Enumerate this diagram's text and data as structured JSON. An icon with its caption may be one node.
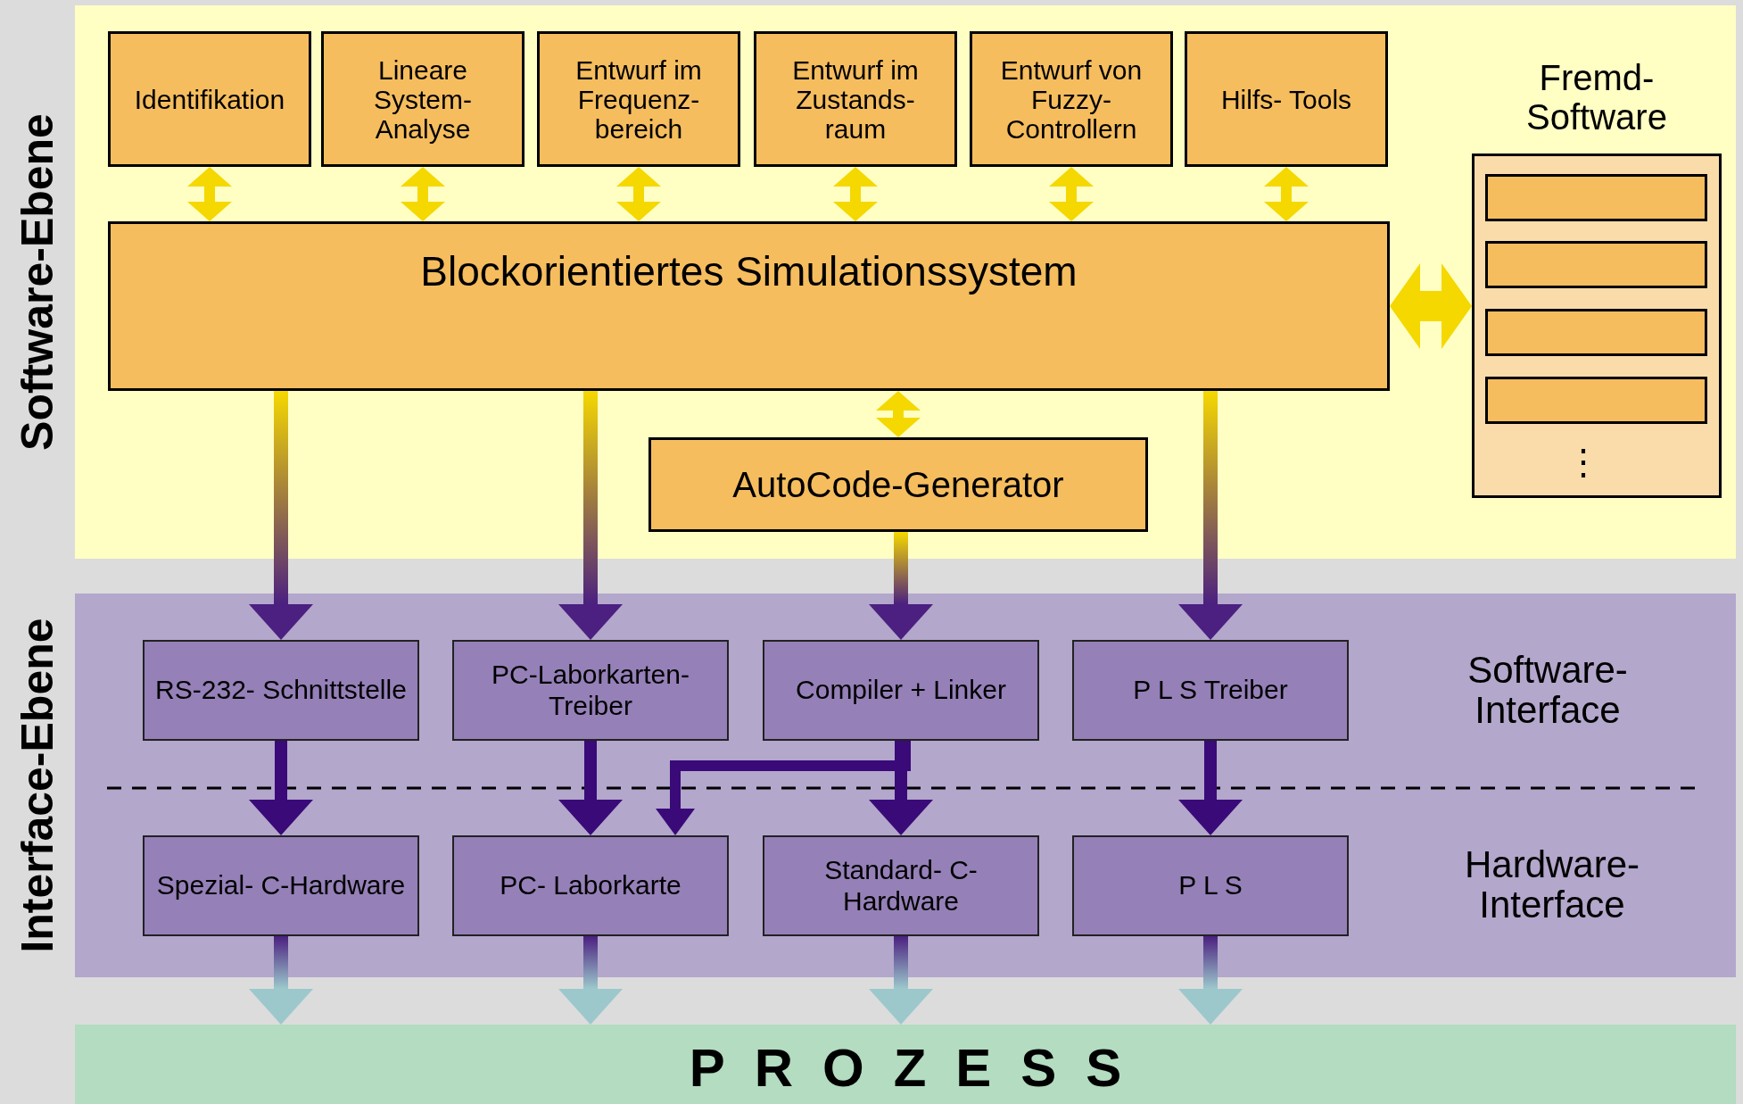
{
  "diagram": {
    "nodes": [
      {
        "text": [
          "Software-Ebene"
        ]
      },
      {
        "text": [
          "Identifikation"
        ],
        "in": 0
      },
      {
        "text": [
          "Lineare System- Analyse"
        ],
        "in": 0
      },
      {
        "text": [
          "Entwurf im Frequenz- bereich"
        ],
        "in": 0
      },
      {
        "text": [
          "Entwurf im Zustands- raum"
        ],
        "in": 0
      },
      {
        "text": [
          "Entwurf von Fuzzy- Controllern"
        ],
        "in": 0
      },
      {
        "text": [
          "Hilfs- Tools"
        ],
        "in": 0
      },
      {
        "text": [
          "Blockorientiertes Simulationssystem"
        ],
        "in": 0
      },
      {
        "text": [
          "AutoCode-Generator"
        ],
        "in": 0
      },
      {
        "text": [
          "Fremd- Software"
        ],
        "in": 0
      },
      {
        "text": [],
        "shape": "box",
        "in": 9
      },
      {
        "text": [],
        "shape": "box",
        "in": 9
      },
      {
        "text": [],
        "shape": "box",
        "in": 9
      },
      {
        "text": [],
        "shape": "box",
        "in": 9
      },
      {
        "text": [
          "Interface-Ebene"
        ]
      },
      {
        "text": [
          "RS-232- Schnittstelle"
        ],
        "in": 14
      },
      {
        "text": [
          "PC-Laborkarten- Treiber"
        ],
        "in": 14
      },
      {
        "text": [
          "Compiler + Linker"
        ],
        "in": 14
      },
      {
        "text": [
          "P L S Treiber"
        ],
        "in": 14
      },
      {
        "text": [
          "Spezial- C-Hardware"
        ],
        "in": 14
      },
      {
        "text": [
          "PC- Laborkarte"
        ],
        "in": 14
      },
      {
        "text": [
          "Standard- C-Hardware"
        ],
        "in": 14
      },
      {
        "text": [
          "P L S"
        ],
        "in": 14
      },
      {
        "text": [
          "PROZESS"
        ]
      }
    ],
    "edges": [
      {
        "from": 1,
        "to": 7,
        "arrow": "both"
      },
      {
        "from": 2,
        "to": 7,
        "arrow": "both"
      },
      {
        "from": 3,
        "to": 7,
        "arrow": "both"
      },
      {
        "from": 4,
        "to": 7,
        "arrow": "both"
      },
      {
        "from": 5,
        "to": 7,
        "arrow": "both"
      },
      {
        "from": 6,
        "to": 7,
        "arrow": "both"
      },
      {
        "from": 7,
        "to": 8,
        "arrow": "both"
      },
      {
        "from": 7,
        "to": 9,
        "arrow": "both",
        "style": "thick"
      },
      {
        "from": 7,
        "to": 15,
        "arrow": "to",
        "style": "thick",
        "color": "#4b2080"
      },
      {
        "from": 7,
        "to": 16,
        "arrow": "to",
        "style": "thick",
        "color": "#4b2080"
      },
      {
        "from": 8,
        "to": 17,
        "arrow": "to",
        "style": "thick",
        "color": "#4b2080"
      },
      {
        "from": 7,
        "to": 18,
        "arrow": "to",
        "style": "thick",
        "color": "#4b2080"
      },
      {
        "from": 15,
        "to": 19,
        "arrow": "to",
        "color": "#3a0a78"
      },
      {
        "from": 16,
        "to": 20,
        "arrow": "to",
        "color": "#3a0a78"
      },
      {
        "from": 17,
        "to": 21,
        "arrow": "to",
        "color": "#3a0a78"
      },
      {
        "from": 17,
        "to": 20,
        "arrow": "to",
        "color": "#3a0a78"
      },
      {
        "from": 18,
        "to": 22,
        "arrow": "to",
        "color": "#3a0a78"
      },
      {
        "from": 19,
        "to": 23,
        "arrow": "to",
        "style": "thick",
        "color": "#9cc8cc"
      },
      {
        "from": 20,
        "to": 23,
        "arrow": "to",
        "style": "thick",
        "color": "#9cc8cc"
      },
      {
        "from": 21,
        "to": 23,
        "arrow": "to",
        "style": "thick",
        "color": "#9cc8cc"
      },
      {
        "from": 22,
        "to": 23,
        "arrow": "to",
        "style": "thick",
        "color": "#9cc8cc"
      }
    ],
    "labels": [
      "⋮",
      "Software-Interface",
      "Hardware-Interface"
    ]
  }
}
